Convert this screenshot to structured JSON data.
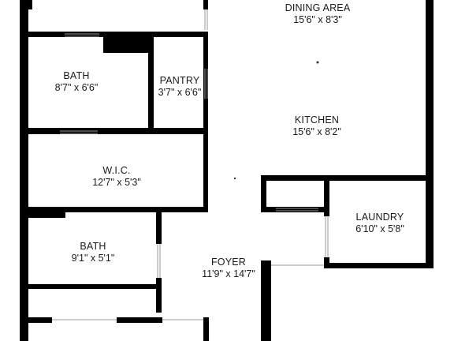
{
  "rooms": {
    "dining": {
      "name": "DINING AREA",
      "dims": "15'6\" x 8'3\""
    },
    "bath1": {
      "name": "BATH",
      "dims": "8'7\" x 6'6\""
    },
    "pantry": {
      "name": "PANTRY",
      "dims": "3'7\" x 6'6\""
    },
    "kitchen": {
      "name": "KITCHEN",
      "dims": "15'6\" x 8'2\""
    },
    "wic": {
      "name": "W.I.C.",
      "dims": "12'7\" x 5'3\""
    },
    "laundry": {
      "name": "LAUNDRY",
      "dims": "6'10\" x 5'8\""
    },
    "bath2": {
      "name": "BATH",
      "dims": "9'1\" x 5'1\""
    },
    "foyer": {
      "name": "FOYER",
      "dims": "11'9\" x 14'7\""
    }
  },
  "colors": {
    "wall": "#000000",
    "door": "#9a9a9a",
    "background": "#ffffff"
  }
}
